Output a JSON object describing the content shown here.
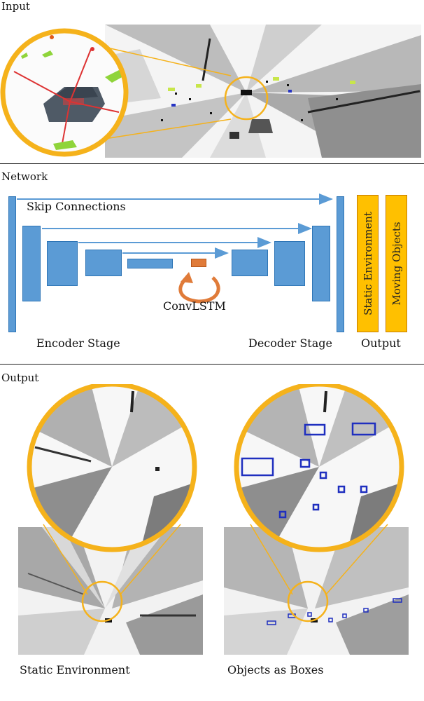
{
  "sections": {
    "input_label": "Input",
    "network_label": "Network",
    "output_label": "Output"
  },
  "network": {
    "skip_connections": "Skip Connections",
    "convlstm": "ConvLSTM",
    "encoder_stage": "Encoder Stage",
    "decoder_stage": "Decoder Stage",
    "output_label": "Output",
    "static_environment": "Static Environment",
    "moving_objects": "Moving Objects"
  },
  "output": {
    "left_caption": "Static Environment",
    "right_caption": "Objects as Boxes"
  },
  "colors": {
    "block_fill": "#5b9bd5",
    "block_border": "#2e75b6",
    "convlstm": "#e07b39",
    "output_bar": "#ffc000",
    "zoom_circle": "#f5b21b",
    "box_outline": "#1f2fbf"
  }
}
